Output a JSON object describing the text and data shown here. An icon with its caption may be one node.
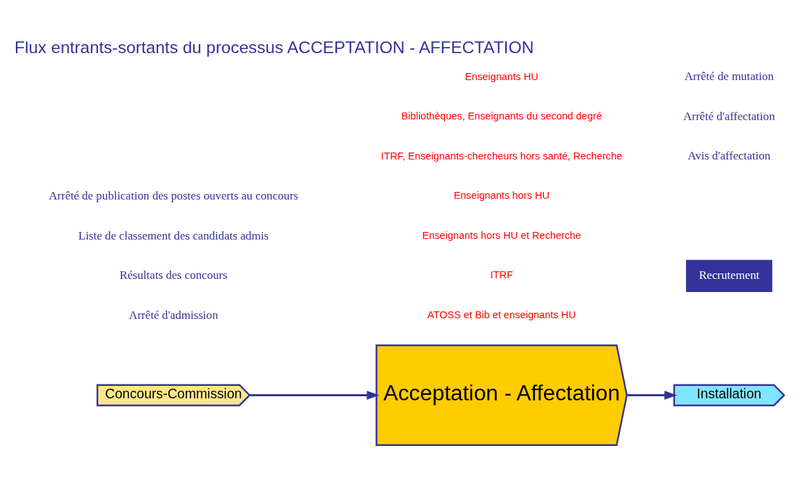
{
  "diagram": {
    "title": "Flux entrants-sortants du processus ACCEPTATION - AFFECTATION",
    "nodes": [
      {
        "text": [
          "Concours-Commission"
        ]
      },
      {
        "text": [
          "Acceptation - Affectation"
        ]
      },
      {
        "text": [
          "Installation"
        ]
      }
    ],
    "edges": [
      {
        "from": 0,
        "to": 1,
        "arrow": "to"
      },
      {
        "from": 1,
        "to": 2,
        "arrow": "to"
      }
    ],
    "labels": [
      "Recrutement",
      "Arrêté d'admission",
      "ATOSS et Bib et enseignants HU",
      "Résultats des concours",
      "ITRF",
      "Liste de classement des candidats admis",
      "Enseignants hors HU et Recherche",
      "Arrêté de publication des postes ouverts au concours",
      "Enseignants hors HU",
      "ITRF, Enseignants-chercheurs hors santé, Recherche",
      "Avis d'affectation",
      "Bibliothèques, Enseignants du second degré",
      "Arrêté d'affectation",
      "Enseignants HU",
      "Arrêté de mutation"
    ]
  }
}
